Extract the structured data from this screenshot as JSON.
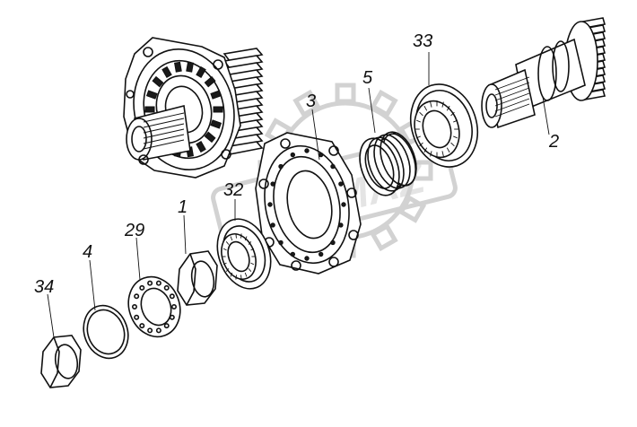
{
  "diagram": {
    "part_labels": [
      {
        "id": "33",
        "text": "33"
      },
      {
        "id": "5",
        "text": "5"
      },
      {
        "id": "3",
        "text": "3"
      },
      {
        "id": "2",
        "text": "2"
      },
      {
        "id": "32",
        "text": "32"
      },
      {
        "id": "1",
        "text": "1"
      },
      {
        "id": "29",
        "text": "29"
      },
      {
        "id": "4",
        "text": "4"
      },
      {
        "id": "34",
        "text": "34"
      }
    ],
    "watermark_text": "KAMAZ",
    "colors": {
      "ink": "#111111",
      "watermark": "#d2d2d2",
      "background": "#ffffff"
    }
  }
}
